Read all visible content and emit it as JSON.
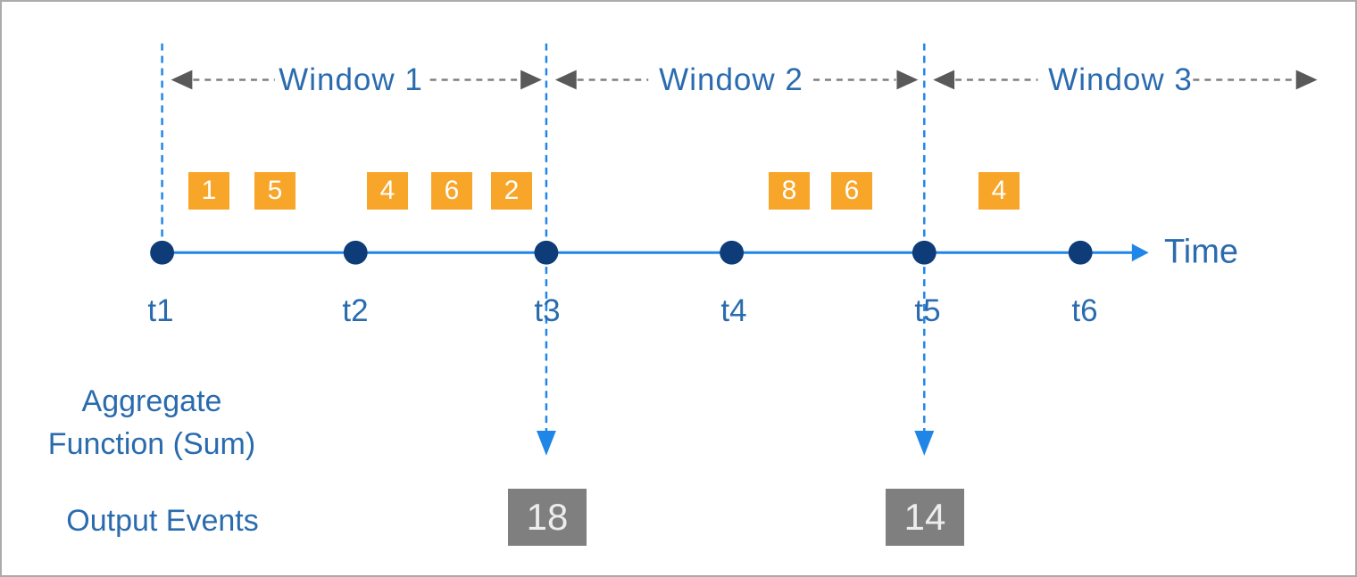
{
  "colors": {
    "text-blue": "#2a6bae",
    "line-blue": "#1f86e8",
    "dot-navy": "#0e3c78",
    "arrow-gray": "#7f7f7f",
    "arrowhead-gray": "#595959",
    "event-orange": "#f8a62a",
    "output-gray": "#7f7f7f"
  },
  "windows": [
    {
      "label": "Window 1"
    },
    {
      "label": "Window 2"
    },
    {
      "label": "Window 3"
    }
  ],
  "timeline": {
    "ticks": [
      "t1",
      "t2",
      "t3",
      "t4",
      "t5",
      "t6"
    ],
    "axis_label": "Time"
  },
  "events": [
    {
      "value": "1",
      "window": "Window 1"
    },
    {
      "value": "5",
      "window": "Window 1"
    },
    {
      "value": "4",
      "window": "Window 1"
    },
    {
      "value": "6",
      "window": "Window 1"
    },
    {
      "value": "2",
      "window": "Window 1"
    },
    {
      "value": "8",
      "window": "Window 2"
    },
    {
      "value": "6",
      "window": "Window 2"
    },
    {
      "value": "4",
      "window": "Window 3"
    }
  ],
  "labels": {
    "aggregate_line1": "Aggregate",
    "aggregate_line2": "Function (Sum)",
    "output_events": "Output Events"
  },
  "outputs": [
    {
      "value": "18",
      "at_tick": "t3"
    },
    {
      "value": "14",
      "at_tick": "t5"
    }
  ]
}
